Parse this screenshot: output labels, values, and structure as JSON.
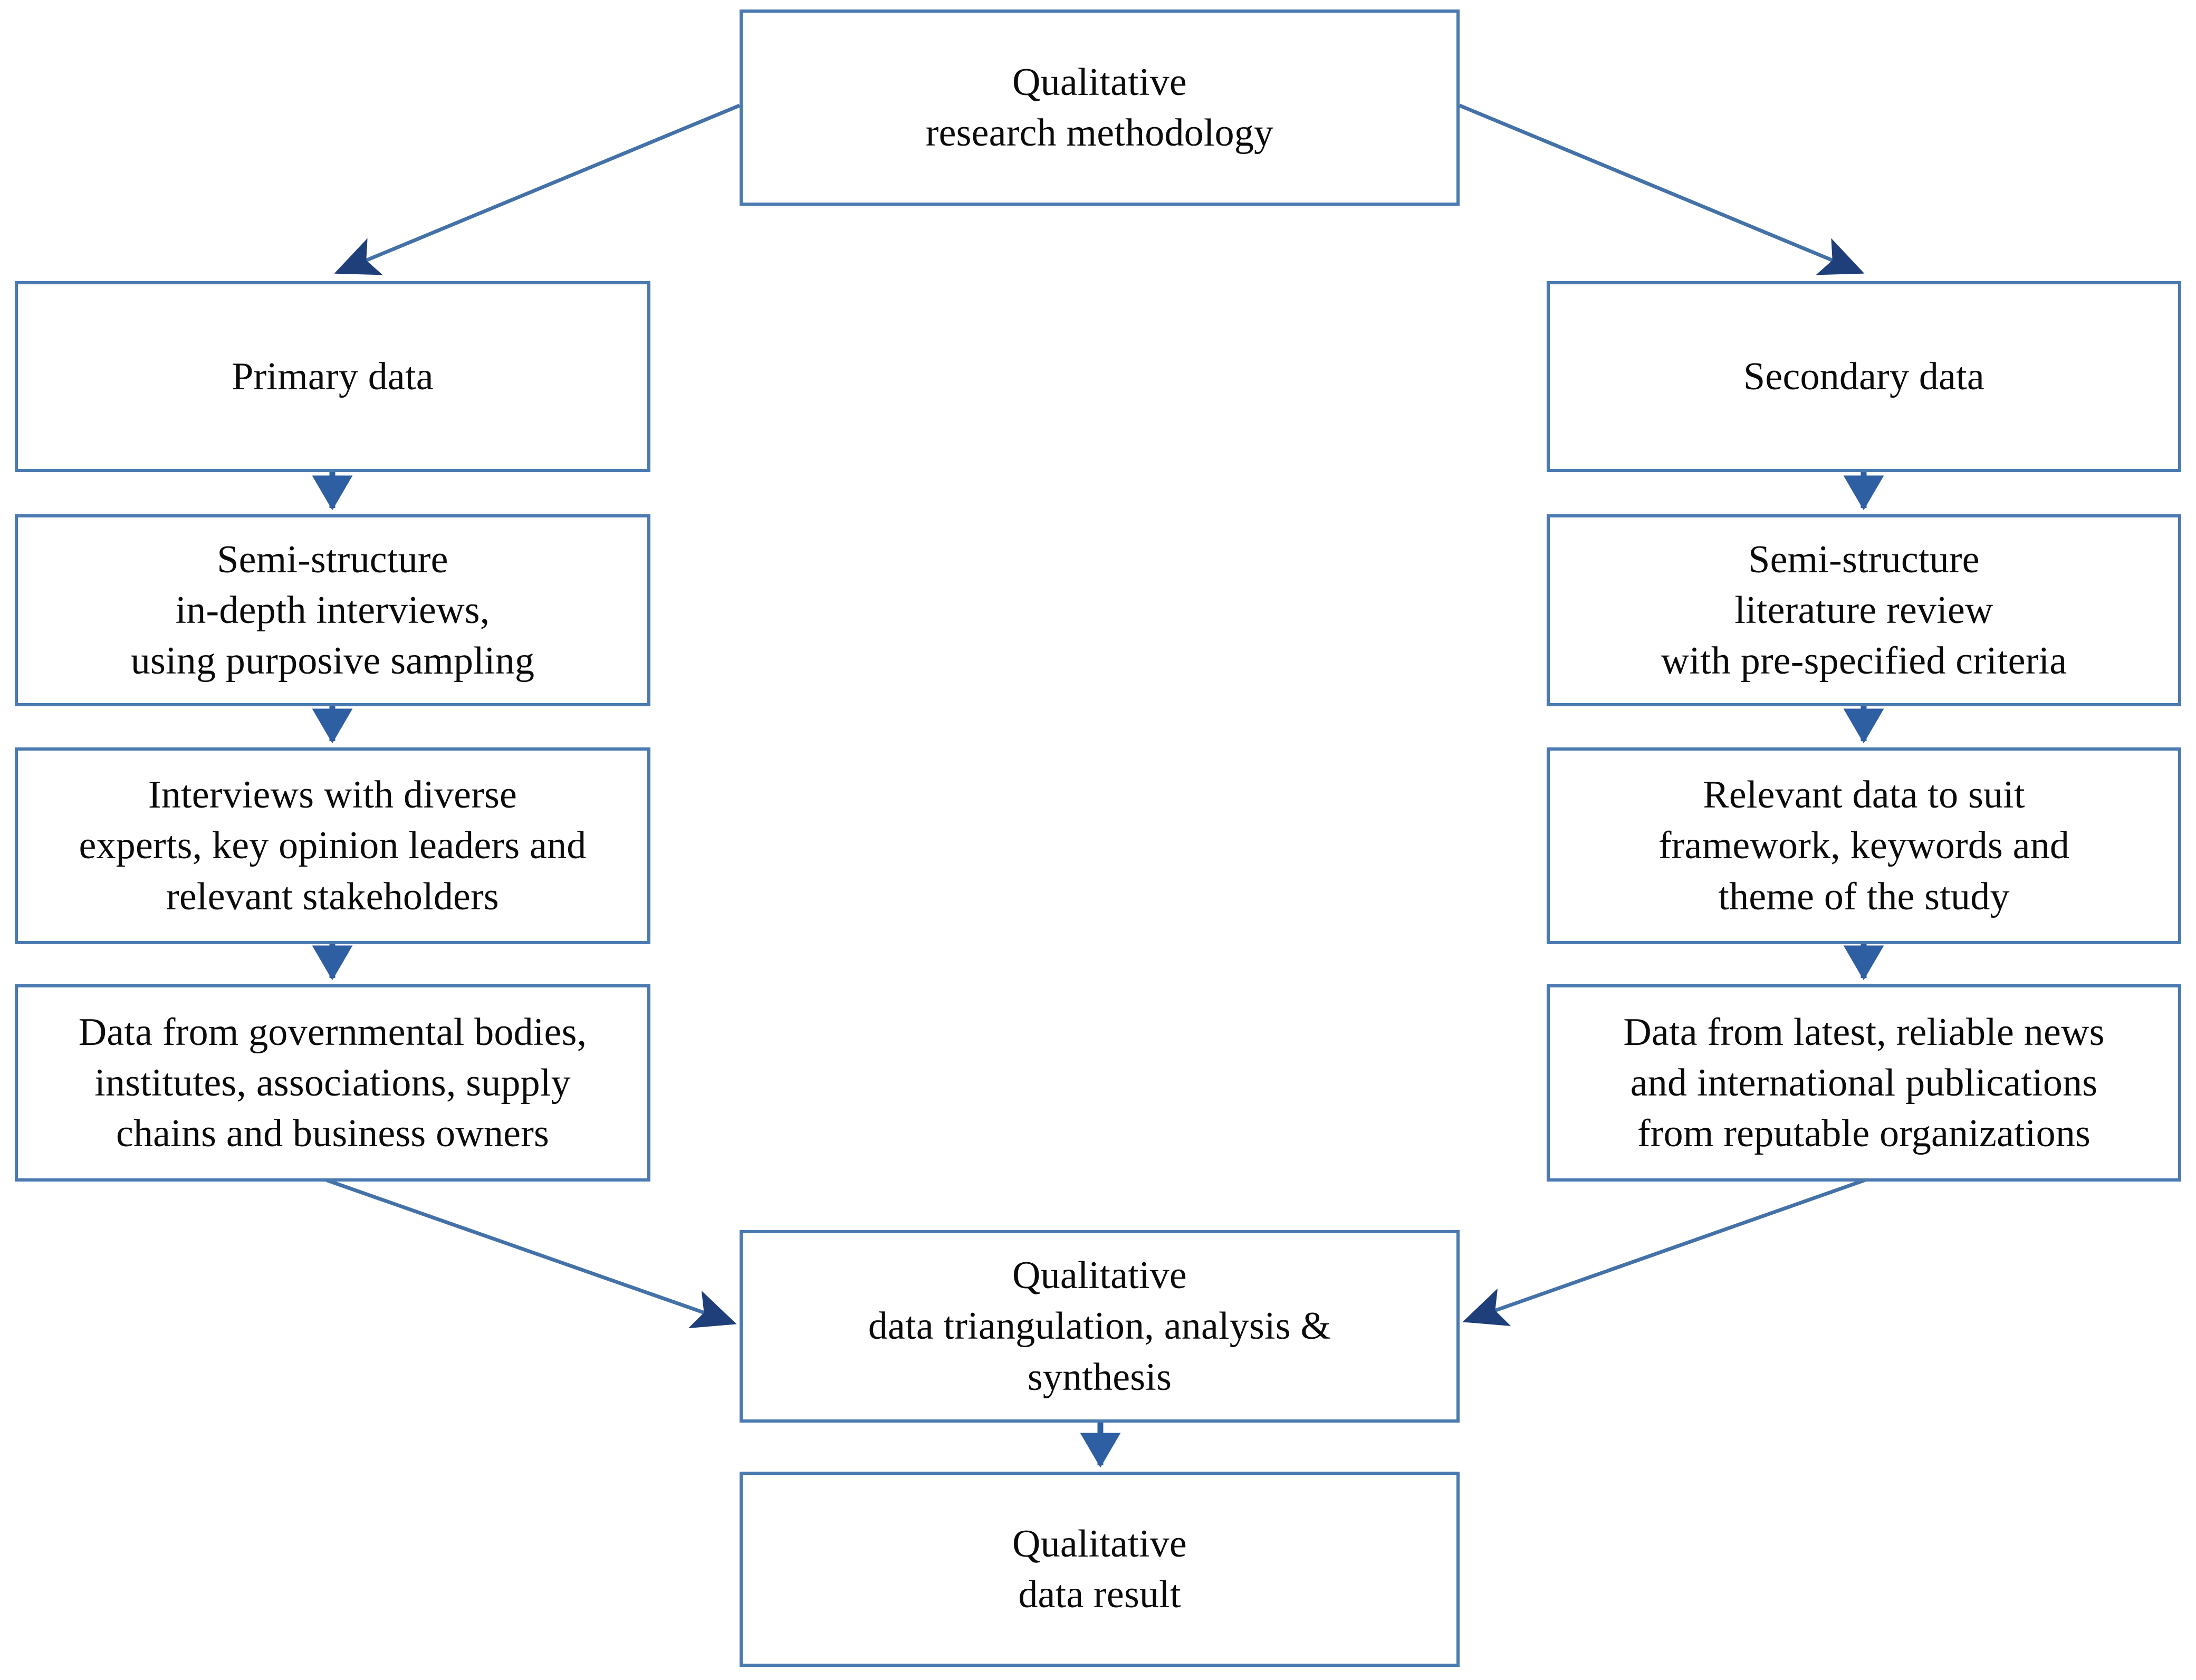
{
  "diagram": {
    "type": "flowchart",
    "orientation": "top-down, two parallel branches converging",
    "theme": {
      "box_border_color": "#4a7ab0",
      "box_fill_color": "#ffffff",
      "connector_line_color": "#4472a8",
      "arrowhead_color": "#1f3f7a",
      "vertical_arrow_color": "#2e5fa3",
      "text_color": "#0b0b0b",
      "background_color": "#ffffff"
    },
    "nodes": [
      {
        "id": "root",
        "label": "Qualitative\nresearch methodology"
      },
      {
        "id": "primary",
        "label": "Primary data"
      },
      {
        "id": "primary-1",
        "label": "Semi-structure\nin-depth interviews,\nusing purposive sampling"
      },
      {
        "id": "primary-2",
        "label": "Interviews with diverse\nexperts, key opinion leaders and\nrelevant stakeholders"
      },
      {
        "id": "primary-3",
        "label": "Data from governmental bodies,\ninstitutes, associations, supply\nchains and business owners"
      },
      {
        "id": "secondary",
        "label": "Secondary data"
      },
      {
        "id": "secondary-1",
        "label": "Semi-structure\nliterature review\nwith pre-specified criteria"
      },
      {
        "id": "secondary-2",
        "label": "Relevant data to suit\nframework, keywords and\ntheme of the study"
      },
      {
        "id": "secondary-3",
        "label": "Data from latest, reliable news\nand international publications\nfrom reputable organizations"
      },
      {
        "id": "synthesis",
        "label": "Qualitative\ndata triangulation, analysis &\nsynthesis"
      },
      {
        "id": "result",
        "label": "Qualitative\ndata result"
      }
    ],
    "edges": [
      {
        "from": "root",
        "to": "primary",
        "style": "diagonal-arrow"
      },
      {
        "from": "root",
        "to": "secondary",
        "style": "diagonal-arrow"
      },
      {
        "from": "primary",
        "to": "primary-1",
        "style": "vertical-arrow"
      },
      {
        "from": "primary-1",
        "to": "primary-2",
        "style": "vertical-arrow"
      },
      {
        "from": "primary-2",
        "to": "primary-3",
        "style": "vertical-arrow"
      },
      {
        "from": "secondary",
        "to": "secondary-1",
        "style": "vertical-arrow"
      },
      {
        "from": "secondary-1",
        "to": "secondary-2",
        "style": "vertical-arrow"
      },
      {
        "from": "secondary-2",
        "to": "secondary-3",
        "style": "vertical-arrow"
      },
      {
        "from": "primary-3",
        "to": "synthesis",
        "style": "diagonal-arrow"
      },
      {
        "from": "secondary-3",
        "to": "synthesis",
        "style": "diagonal-arrow"
      },
      {
        "from": "synthesis",
        "to": "result",
        "style": "vertical-arrow"
      }
    ]
  }
}
